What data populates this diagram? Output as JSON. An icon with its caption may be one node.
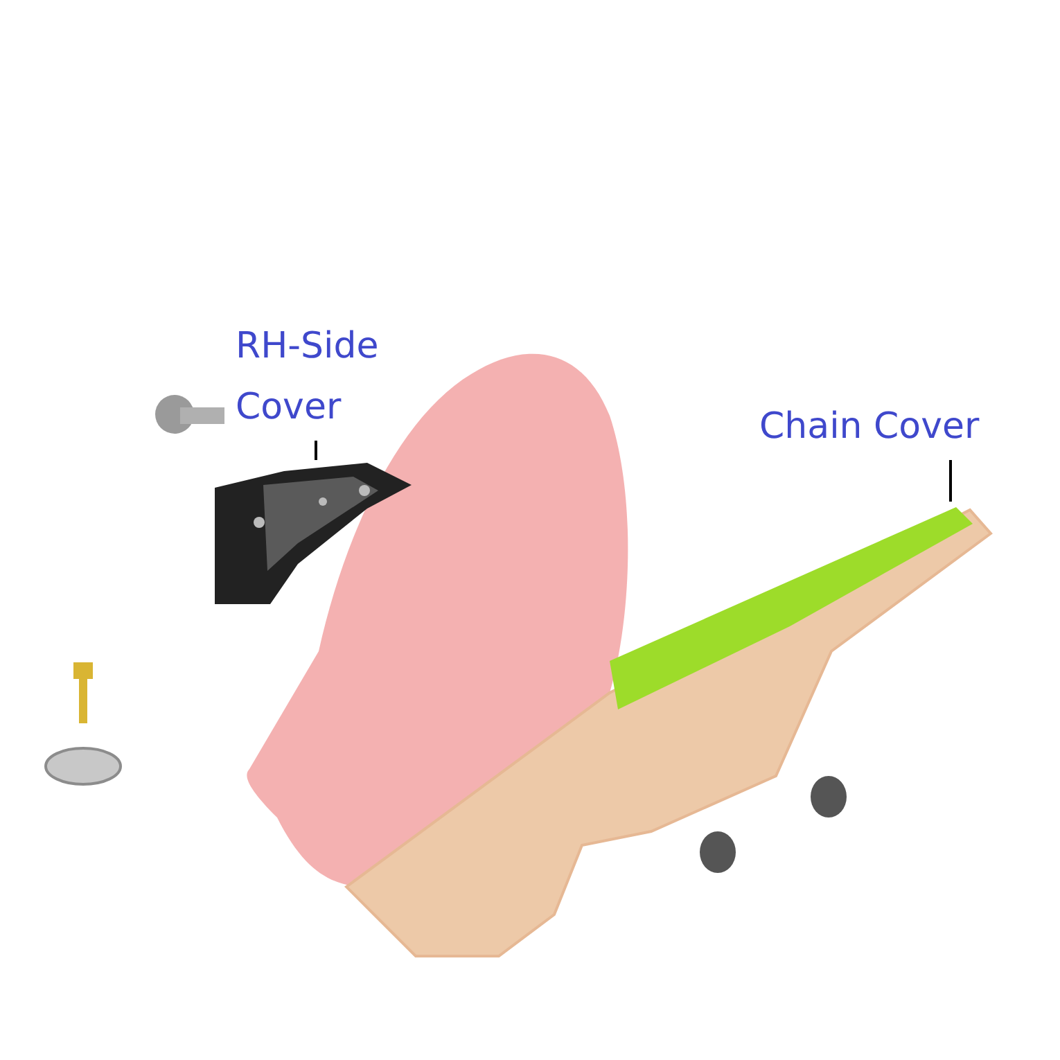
{
  "diagram": {
    "nodes": [
      {
        "text": [
          "RH-Side Cover"
        ]
      },
      {
        "text": [],
        "shape": "picture"
      },
      {
        "text": [
          "Chain Cover"
        ]
      },
      {
        "text": [],
        "shape": "picture"
      }
    ],
    "edges": [
      {
        "from": 0,
        "to": 1,
        "arrow": "none"
      },
      {
        "from": 2,
        "to": 3,
        "arrow": "none"
      }
    ]
  }
}
